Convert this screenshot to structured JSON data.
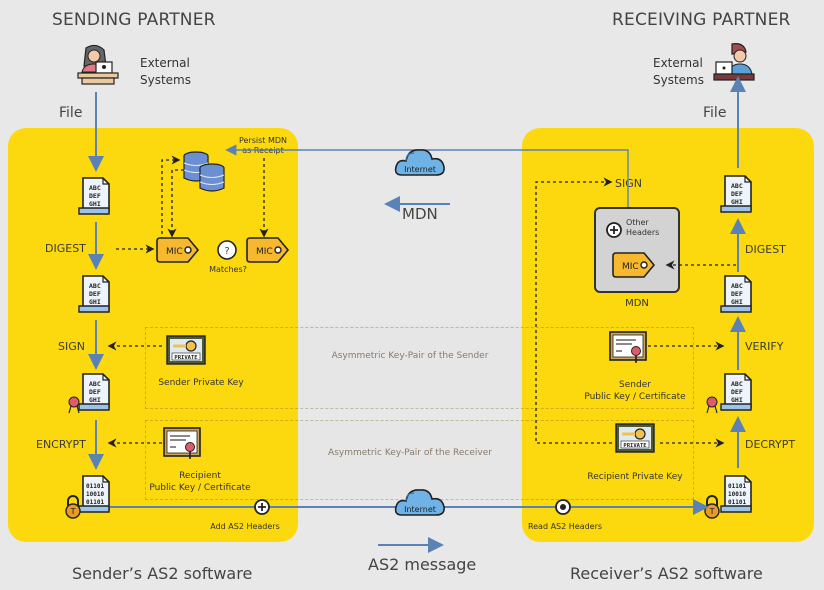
{
  "sender": {
    "title": "SENDING PARTNER",
    "external_systems": "External\nSystems",
    "file_label": "File",
    "software_label": "Sender’s AS2 software",
    "steps": {
      "digest": "DIGEST",
      "sign": "SIGN",
      "encrypt": "ENCRYPT"
    },
    "persist_mdn": "Persist MDN\nas Receipt",
    "mic": "MIC",
    "matches": "Matches?",
    "question": "?",
    "private_key_label": "Sender Private Key",
    "private_badge": "PRIVATE",
    "recipient_cert_label": "Recipient\nPublic Key / Certificate",
    "add_headers": "Add AS2 Headers",
    "doc_text": [
      "ABC",
      "DEF",
      "GHI"
    ],
    "binary_text": [
      "01101",
      "10010",
      "01101"
    ]
  },
  "receiver": {
    "title": "RECEIVING PARTNER",
    "external_systems": "External\nSystems",
    "file_label": "File",
    "software_label": "Receiver’s AS2 software",
    "steps": {
      "sign": "SIGN",
      "digest": "DIGEST",
      "verify": "VERIFY",
      "decrypt": "DECRYPT"
    },
    "mdn_box": {
      "other_headers": "Other\nHeaders",
      "mic": "MIC",
      "label": "MDN"
    },
    "sender_cert_label": "Sender\nPublic Key / Certificate",
    "private_key_label": "Recipient Private Key",
    "private_badge": "PRIVATE",
    "read_headers": "Read AS2 Headers",
    "doc_text": [
      "ABC",
      "DEF",
      "GHI"
    ],
    "binary_text": [
      "01101",
      "10010",
      "01101"
    ]
  },
  "middle": {
    "internet": "Internet",
    "mdn_label": "MDN",
    "as2_label": "AS2 message",
    "sender_keypair": "Asymmetric Key-Pair of the Sender",
    "receiver_keypair": "Asymmetric Key-Pair of the Receiver"
  },
  "colors": {
    "panel": "#fcd90f",
    "background": "#e8e8e8",
    "flow_arrow": "#5a82b4",
    "mic_tag": "#f5b82e",
    "cloud": "#6fb3e6",
    "seal": "#e05a6a",
    "lock": "#e89a2a"
  }
}
